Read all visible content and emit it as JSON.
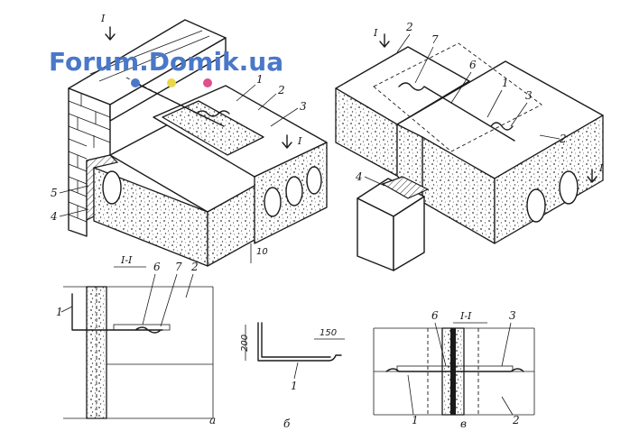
{
  "watermark": {
    "text": "Forum.Domik.ua",
    "dot_colors": [
      "#4a78c9",
      "#e8d84a",
      "#e0508a"
    ]
  },
  "section_marks": {
    "mark": "I",
    "title": "I-I"
  },
  "sub_figures": {
    "a": "а",
    "b": "б",
    "v": "в"
  },
  "labels": {
    "n1": "1",
    "n2": "2",
    "n3": "3",
    "n4": "4",
    "n5": "5",
    "n6": "6",
    "n7": "7"
  },
  "dimensions": {
    "d10": "10",
    "d200": "200",
    "d150": "150"
  }
}
